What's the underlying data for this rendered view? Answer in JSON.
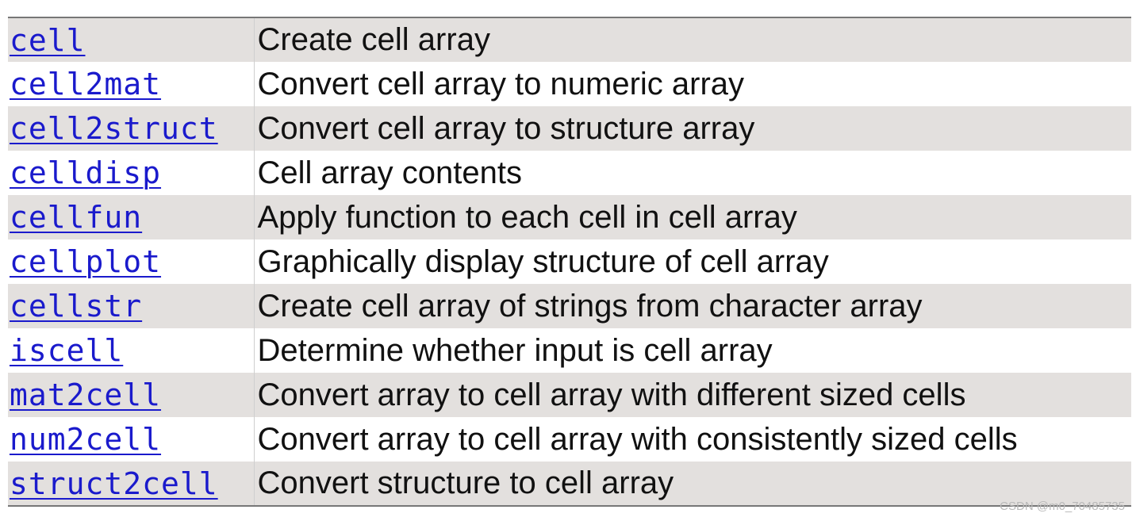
{
  "functions": [
    {
      "name": "cell",
      "description": "Create cell array"
    },
    {
      "name": "cell2mat",
      "description": "Convert cell array to numeric array"
    },
    {
      "name": "cell2struct",
      "description": "Convert cell array to structure array"
    },
    {
      "name": "celldisp",
      "description": "Cell array contents"
    },
    {
      "name": "cellfun",
      "description": "Apply function to each cell in cell array"
    },
    {
      "name": "cellplot",
      "description": "Graphically display structure of cell array"
    },
    {
      "name": "cellstr",
      "description": "Create cell array of strings from character array"
    },
    {
      "name": "iscell",
      "description": "Determine whether input is cell array"
    },
    {
      "name": "mat2cell",
      "description": "Convert array to cell array with different sized cells"
    },
    {
      "name": "num2cell",
      "description": "Convert array to cell array with consistently sized cells"
    },
    {
      "name": "struct2cell",
      "description": "Convert structure to cell array"
    }
  ],
  "watermark": "CSDN @m0_70485735",
  "colors": {
    "link": "#1a1acc",
    "shaded_row": "#e3e0de",
    "text": "#111111"
  }
}
